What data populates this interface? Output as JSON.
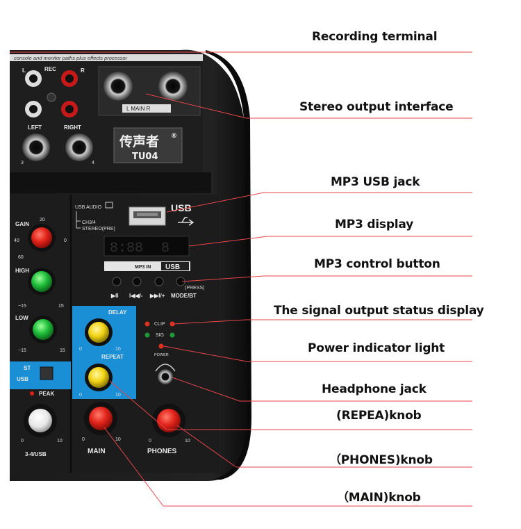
{
  "callouts": [
    {
      "id": "recording",
      "text": "Recording terminal"
    },
    {
      "id": "stereo",
      "text": "Stereo output interface"
    },
    {
      "id": "usbjack",
      "text": "MP3 USB jack"
    },
    {
      "id": "display",
      "text": "MP3 display"
    },
    {
      "id": "control",
      "text": "MP3 control button"
    },
    {
      "id": "signal",
      "text": "The signal output status display"
    },
    {
      "id": "power",
      "text": "Power indicator light"
    },
    {
      "id": "headphone",
      "text": "Headphone jack"
    },
    {
      "id": "repeat",
      "text": "(REPEA)knob"
    },
    {
      "id": "phones",
      "text": "（PHONES)knob"
    },
    {
      "id": "main",
      "text": "（MAIN)knob"
    }
  ],
  "device": {
    "top_strip": "console and monitor paths plus effects processor",
    "rec_label": "REC",
    "rec_l": "L",
    "rec_r": "R",
    "left_label": "LEFT",
    "right_label": "RIGHT",
    "jack_num_3": "3",
    "jack_num_4": "4",
    "main_out_label": "L  MAIN  R",
    "brand_cn": "传声者",
    "brand_reg": "®",
    "model": "TU04",
    "usb_audio": "USB AUDIO",
    "ch34": "CH3/4",
    "stereo_pre": "STEREO(PRE)",
    "usb_label": "USB",
    "mp3_in": "MP3 IN",
    "usb_badge": "USB",
    "ctrl_labels": [
      "▶II",
      "I◀◀/-",
      "▶▶I/+",
      "MODE/BT"
    ],
    "press": "(PRESS)",
    "gain": "GAIN",
    "high": "HIGH",
    "low": "LOW",
    "gain_20": "20",
    "gain_40": "40",
    "gain_60": "60",
    "gain_0": "0",
    "eq_m15": "−15",
    "eq_p15": "15",
    "st": "ST",
    "usb_small": "USB",
    "peak": "PEAK",
    "ch34_usb": "3-4/USB",
    "delay": "DELAY",
    "repeat": "REPEAT",
    "zero": "0",
    "ten": "10",
    "clip": "CLIP",
    "sig": "SIG",
    "power": "POWER",
    "main": "MAIN",
    "phones": "PHONES"
  }
}
